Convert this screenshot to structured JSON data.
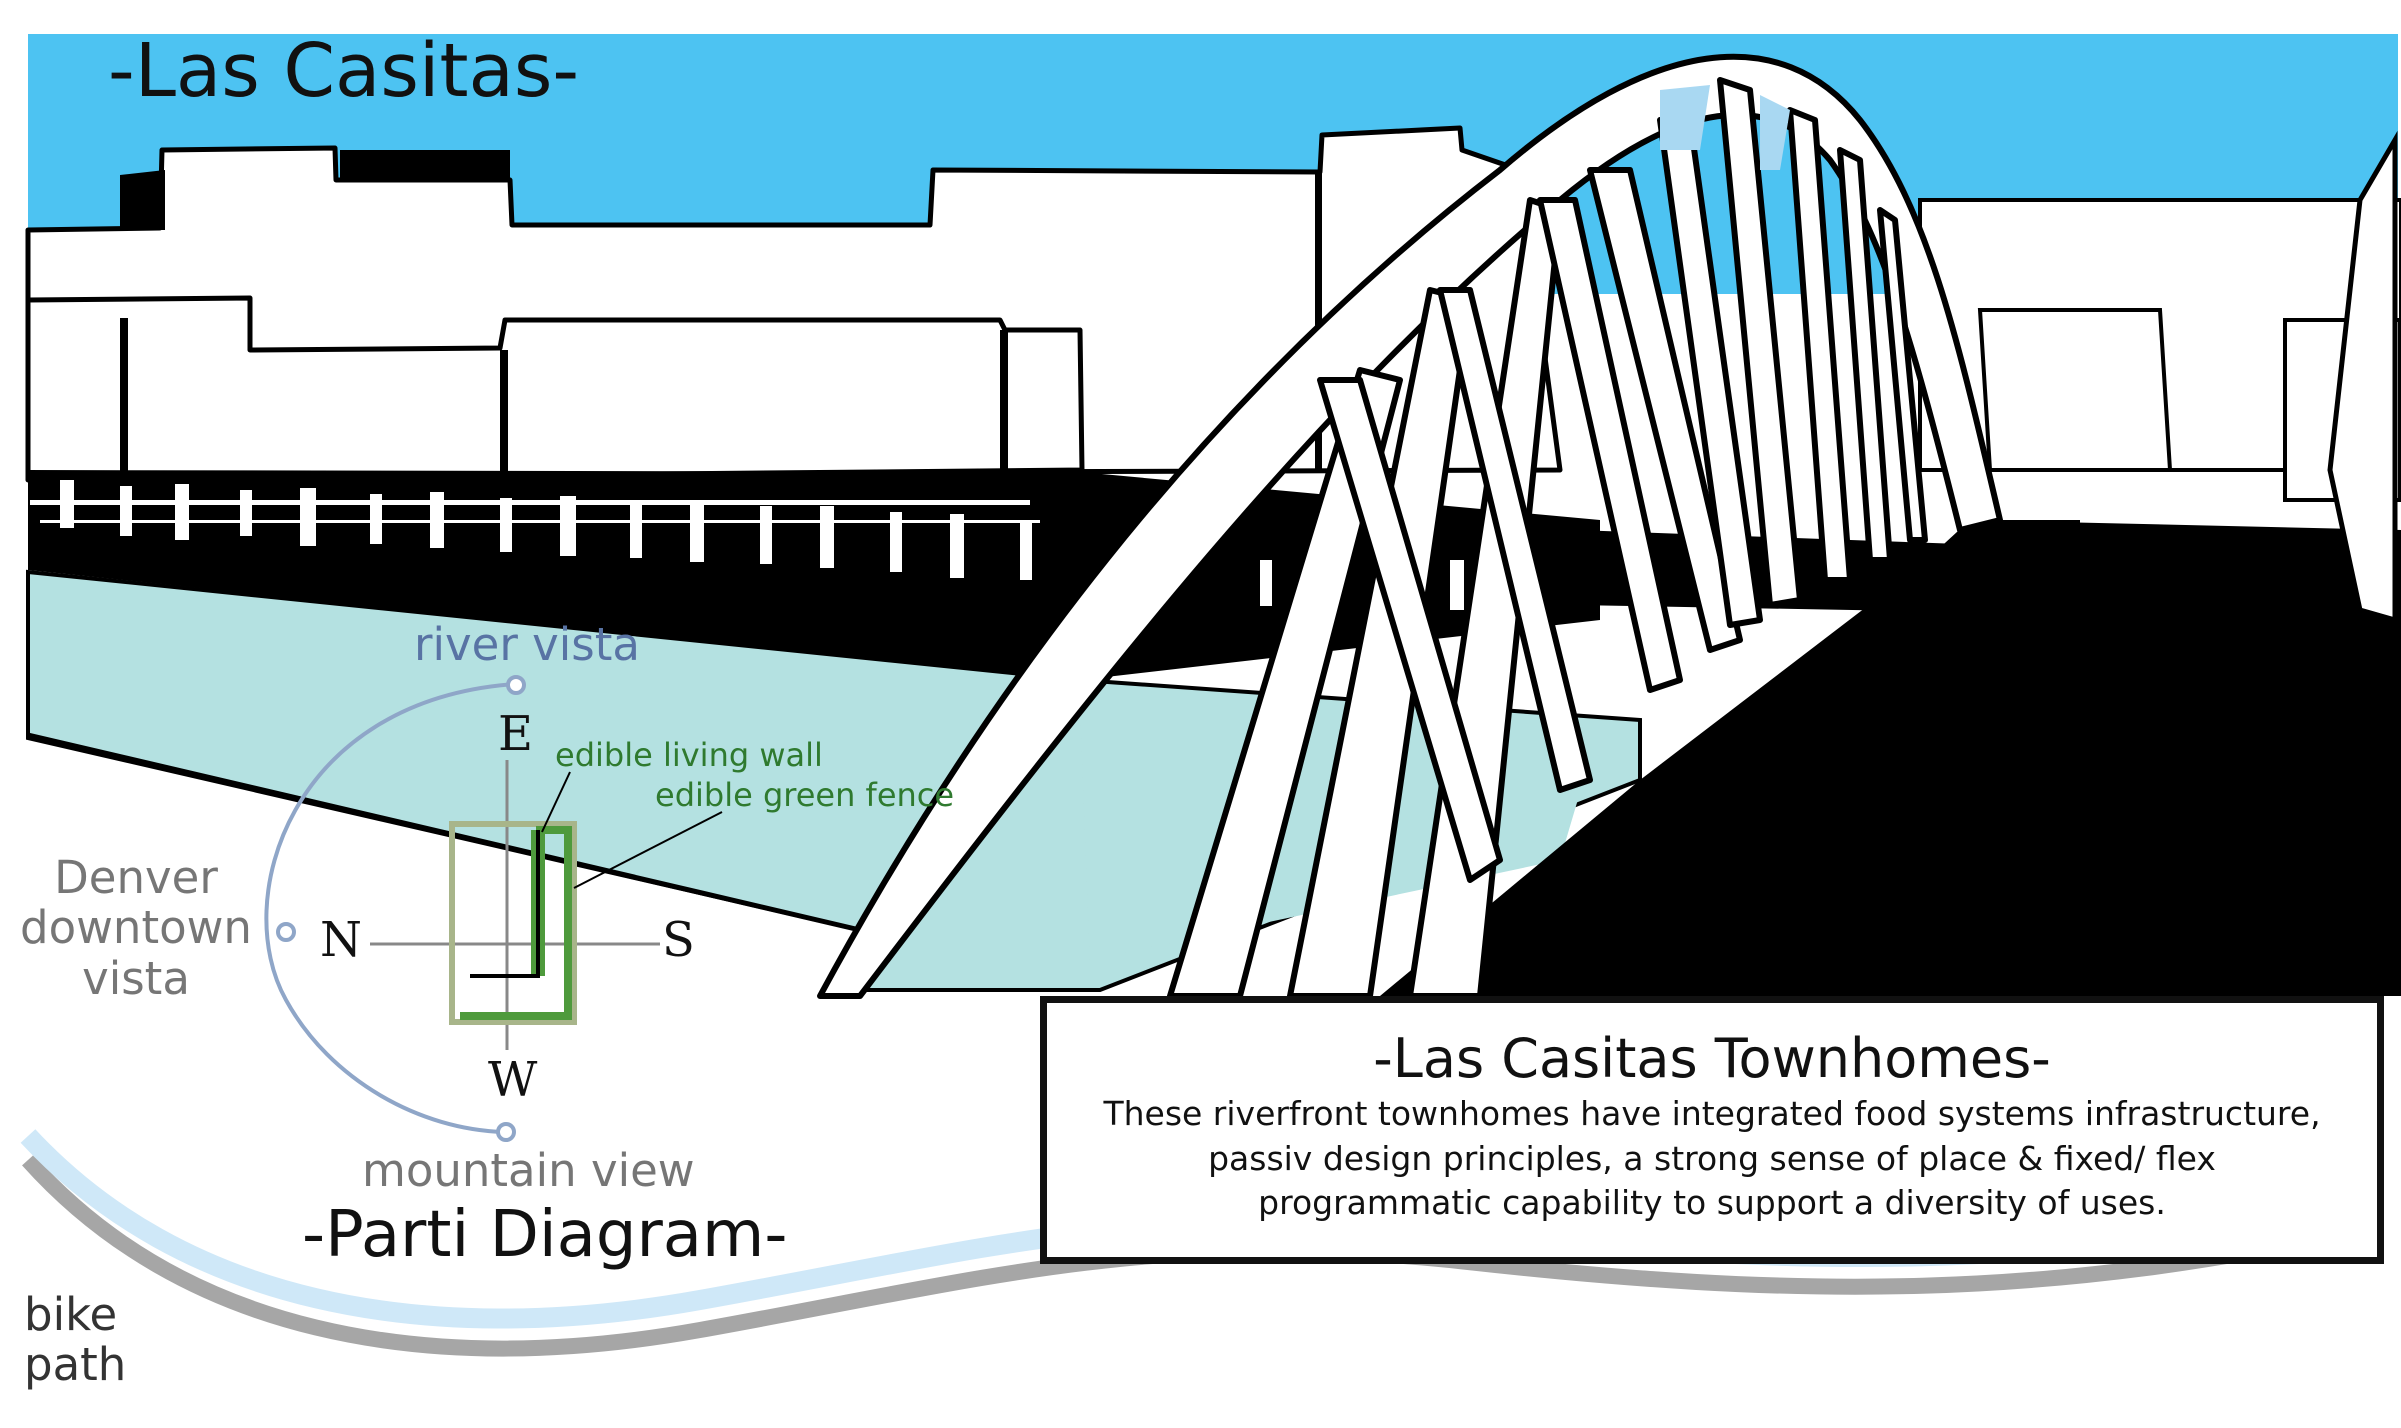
{
  "header": {
    "title": "-Las Casitas-"
  },
  "parti_diagram": {
    "title": "-Parti Diagram-",
    "vistas": {
      "river": "river vista",
      "downtown": "Denver downtown vista",
      "mountain": "mountain view"
    },
    "directions": {
      "east": "E",
      "north": "N",
      "south": "S",
      "west": "W"
    },
    "callouts": {
      "living_wall": "edible living wall",
      "green_fence": "edible green fence"
    },
    "bike_path": "bike path"
  },
  "info_panel": {
    "title": "-Las Casitas Townhomes-",
    "description": "These riverfront townhomes have integrated food systems infrastructure, passiv design principles, a strong sense of place & fixed/ flex programmatic capability to support a diversity of uses."
  },
  "colors": {
    "sky": "#4dc3f2",
    "river": "#b4e1e1",
    "ink": "#000000",
    "vista_line": "#8fa6c8",
    "hedge_green": "#4e9a3c",
    "parti_outline": "#a8b58a",
    "bike_path_blue": "#cfe8f8",
    "bike_path_shadow": "#a6a6a6"
  }
}
